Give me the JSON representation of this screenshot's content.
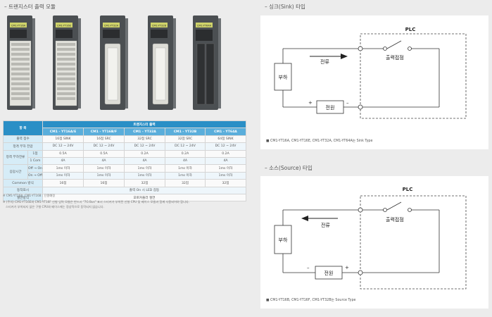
{
  "left": {
    "title": "– 트랜지스터 출력 모듈",
    "modules": [
      {
        "label": "CM1-YT16A"
      },
      {
        "label": "CM1-YT16E"
      },
      {
        "label": "CM1-YT32A"
      },
      {
        "label": "CM1-YT32B"
      },
      {
        "label": "CM1-YT64A"
      }
    ],
    "table": {
      "item_header": "항 목",
      "group_header": "트랜지스터 출력",
      "models": [
        "CM1 - YT16A/E",
        "CM1 - YT16B/F",
        "CM1 - YT32A",
        "CM1 - YT32B",
        "CM1 - YT64A"
      ],
      "rows": [
        {
          "label": "출력 점수",
          "values": [
            "16점 SINK",
            "16점 SRC",
            "32점 SRC",
            "32점 SRC",
            "64점 SINK"
          ]
        },
        {
          "label": "정격 부하 전압",
          "values": [
            "DC 12 ~ 24V",
            "DC 12 ~ 24V",
            "DC 12 ~ 24V",
            "DC 12 ~ 24V",
            "DC 12 ~ 24V"
          ]
        },
        {
          "group": "정격 부하전류",
          "label": "1점",
          "values": [
            "0.5A",
            "0.5A",
            "0.2A",
            "0.2A",
            "0.2A"
          ]
        },
        {
          "label": "1 Com",
          "values": [
            "4A",
            "4A",
            "4A",
            "4A",
            "4A"
          ]
        },
        {
          "group": "응답시간",
          "label": "Off → On",
          "values": [
            "1ms 이하",
            "1ms 이하",
            "1ms 이하",
            "1ms 이하",
            "1ms 이하"
          ]
        },
        {
          "label": "On → Off",
          "values": [
            "1ms 이하",
            "1ms 이하",
            "1ms 이하",
            "1ms 이하",
            "1ms 이하"
          ]
        },
        {
          "label": "Common 방식",
          "values": [
            "16점",
            "16점",
            "32점",
            "32점",
            "32점"
          ]
        },
        {
          "label": "동작표시",
          "span": "출력 On 시 LED 점등"
        },
        {
          "label": "절연방식",
          "span": "포토커플러 절연"
        }
      ]
    },
    "notes": [
      "※ CM1-YT16A, CM1-YT16B : 단종예정",
      "※ (주의) CM1-YT16E와 CM1-YT16F 신형 입력 모듈은 반드시 \"7G Bus\" 표시 스티커가 부착된 신형 CPU 및 베이스 모듈과 함께 사용되어야 합니다.",
      "스티커가 부착되지 않은 구형 CPU와 베이스에는 정상적으로 동작되지 않습니다."
    ]
  },
  "right": {
    "sink": {
      "title": "– 싱크(Sink) 타입",
      "plc": "PLC",
      "current": "전류",
      "contact": "출력접점",
      "load": "부하",
      "power": "전원",
      "plus": "+",
      "minus": "–",
      "caption": "■ CM1-YT16A, CM1-YT16E, CM1-YT32A, CM1-YT64A는 Sink Type"
    },
    "source": {
      "title": "– 소스(Source) 타입",
      "plc": "PLC",
      "current": "전류",
      "contact": "출력접점",
      "load": "부하",
      "power": "전원",
      "plus": "+",
      "minus": "–",
      "caption": "■ CM1-YT16B, CM1-YT16F, CM1-YT32B는 Source Type"
    }
  }
}
